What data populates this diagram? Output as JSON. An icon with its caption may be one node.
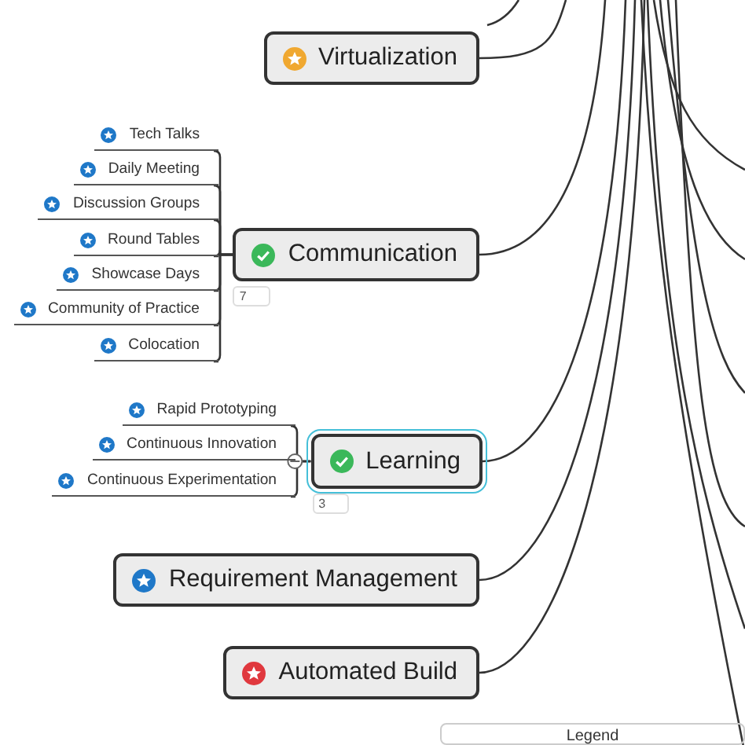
{
  "diagram": {
    "nodes": [
      {
        "text": [
          "Virtualization"
        ]
      },
      {
        "text": [
          "Communication"
        ],
        "beside": [
          "7"
        ]
      },
      {
        "text": [
          "Tech Talks"
        ]
      },
      {
        "text": [
          "Daily Meeting"
        ]
      },
      {
        "text": [
          "Discussion Groups"
        ]
      },
      {
        "text": [
          "Round Tables"
        ]
      },
      {
        "text": [
          "Showcase Days"
        ]
      },
      {
        "text": [
          "Community of Practice"
        ]
      },
      {
        "text": [
          "Colocation"
        ]
      },
      {
        "text": [
          "Learning"
        ],
        "beside": [
          "3"
        ]
      },
      {
        "text": [
          "Rapid Prototyping"
        ]
      },
      {
        "text": [
          "Continuous Innovation"
        ]
      },
      {
        "text": [
          "Continuous Experimentation"
        ]
      },
      {
        "text": [
          "Requirement Management"
        ]
      },
      {
        "text": [
          "Automated Build"
        ]
      }
    ],
    "edges": [
      {
        "from": null,
        "to": 0,
        "arrow": "none"
      },
      {
        "from": null,
        "to": 1,
        "arrow": "none"
      },
      {
        "from": 1,
        "to": 2,
        "arrow": "none"
      },
      {
        "from": 1,
        "to": 3,
        "arrow": "none"
      },
      {
        "from": 1,
        "to": 4,
        "arrow": "none"
      },
      {
        "from": 1,
        "to": 5,
        "arrow": "none"
      },
      {
        "from": 1,
        "to": 6,
        "arrow": "none"
      },
      {
        "from": 1,
        "to": 7,
        "arrow": "none"
      },
      {
        "from": 1,
        "to": 8,
        "arrow": "none"
      },
      {
        "from": null,
        "to": 9,
        "arrow": "none"
      },
      {
        "from": 9,
        "to": 10,
        "arrow": "none"
      },
      {
        "from": 9,
        "to": 11,
        "arrow": "none"
      },
      {
        "from": 9,
        "to": 12,
        "arrow": "none"
      },
      {
        "from": null,
        "to": 13,
        "arrow": "none"
      },
      {
        "from": null,
        "to": 14,
        "arrow": "none"
      }
    ],
    "labels": [
      "Legend"
    ]
  }
}
